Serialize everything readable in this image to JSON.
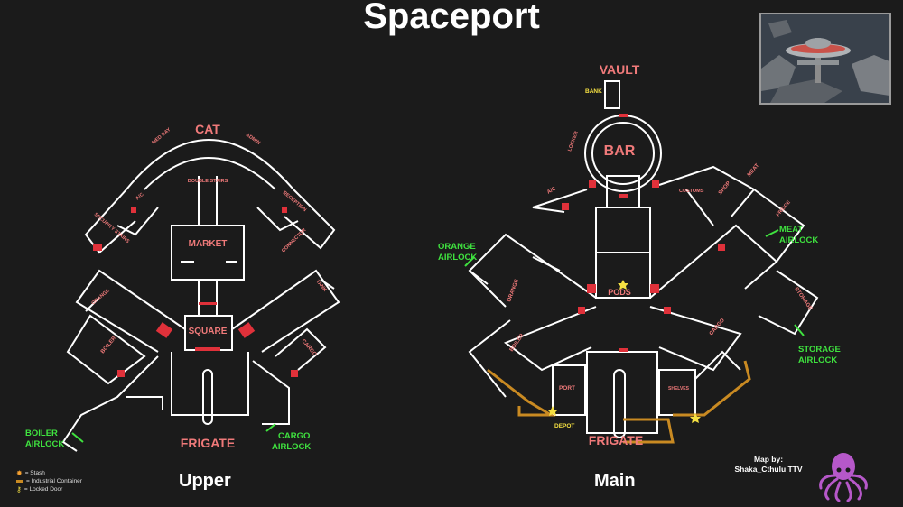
{
  "title": "Spaceport",
  "credit": {
    "line1": "Map by:",
    "line2": "Shaka_Cthulu TTV"
  },
  "legend": [
    {
      "icon": "stash-star-icon",
      "text": "= Stash"
    },
    {
      "icon": "industrial-container-icon",
      "text": "= Industrial Container"
    },
    {
      "icon": "locked-door-key-icon",
      "text": "= Locked Door"
    }
  ],
  "colors": {
    "room_label": "#f07a7a",
    "airlock_label": "#3fe23f",
    "misc_label": "#f5e042",
    "wall": "#ffffff",
    "door": "#e0313a",
    "container_path": "#c98a22"
  },
  "upper": {
    "title": "Upper",
    "labels": {
      "cat": "CAT",
      "med_bay": "MED BAY",
      "admin": "ADMIN",
      "double_stairs": "DOUBLE STAIRS",
      "ac": "A/C",
      "reception": "RECEPTION",
      "security_stairs": "SECURITY STAIRS",
      "market": "MARKET",
      "connector": "CONNECTOR",
      "orange": "ORANGE",
      "tank": "TANK",
      "square": "SQUARE",
      "boiler": "BOILER",
      "cargo": "CARGO",
      "frigate": "FRIGATE"
    },
    "airlocks": {
      "boiler": [
        "BOILER",
        "AIRLOCK"
      ],
      "cargo": [
        "CARGO",
        "AIRLOCK"
      ]
    }
  },
  "main": {
    "title": "Main",
    "labels": {
      "vault": "VAULT",
      "bar": "BAR",
      "locker": "LOCKER",
      "ac": "A/C",
      "customs": "CUSTOMS",
      "shop": "SHOP",
      "meat": "MEAT",
      "fridge": "FRIDGE",
      "orange": "ORANGE",
      "pods": "PODS",
      "storage": "STORAGE",
      "boiler": "BOILER",
      "cargo": "CARGO",
      "port": "PORT",
      "shelves": "SHELVES",
      "frigate": "FRIGATE"
    },
    "misc": {
      "bank": "BANK",
      "depot": "DEPOT"
    },
    "airlocks": {
      "orange": [
        "ORANGE",
        "AIRLOCK"
      ],
      "meat": [
        "MEAT",
        "AIRLOCK"
      ],
      "storage": [
        "STORAGE",
        "AIRLOCK"
      ]
    }
  }
}
